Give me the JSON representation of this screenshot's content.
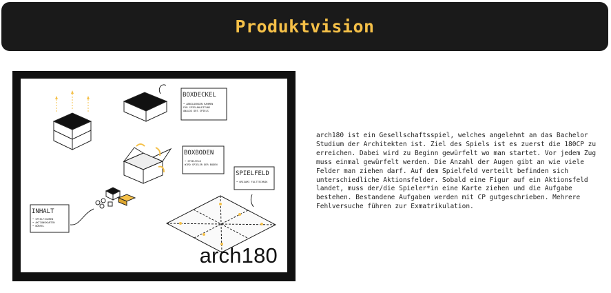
{
  "header": {
    "title": "Produktvision"
  },
  "figure": {
    "brand": "arch180",
    "labels": {
      "boxdeckel": "BOXDECKEL",
      "boxboden": "BOXBODEN",
      "spielfeld": "SPIELFELD",
      "inhalt": "INHALT"
    },
    "notes": {
      "boxdeckel": [
        "• ABBILDUNGEN RAHMEN",
        "FÜR SPIELANLEITUNG",
        "ANALOG DES SPIELS"
      ],
      "boxboden": [
        "• SPIELFELD",
        "WIRD SPIELER DER BODEN"
      ],
      "spielfeld": [
        "• ORIGAMI FALTTECHNIK"
      ],
      "inhalt": [
        "• SPIELFIGUREN",
        "• AKTIONSKARTEN",
        "• WÜRFEL"
      ]
    },
    "colors": {
      "accent": "#f5c048",
      "ink": "#222222",
      "frame": "#111111"
    }
  },
  "description": "arch180 ist ein Gesellschaftsspiel, welches angelehnt an das Bachelor Studium der Architekten ist. Ziel des Spiels ist es zuerst die 180CP zu erreichen. Dabei wird zu Beginn gewürfelt wo man startet. Vor jedem Zug muss einmal gewürfelt werden. Die Anzahl der Augen gibt an wie viele Felder man ziehen darf. Auf dem Spielfeld verteilt befinden sich unterschiedliche Aktionsfelder. Sobald eine Figur auf ein Aktionsfeld landet, muss der/die Spieler*in eine Karte ziehen und die Aufgabe bestehen. Bestandene Aufgaben werden mit CP gutgeschrieben. Mehrere Fehlversuche führen zur Exmatrikulation."
}
